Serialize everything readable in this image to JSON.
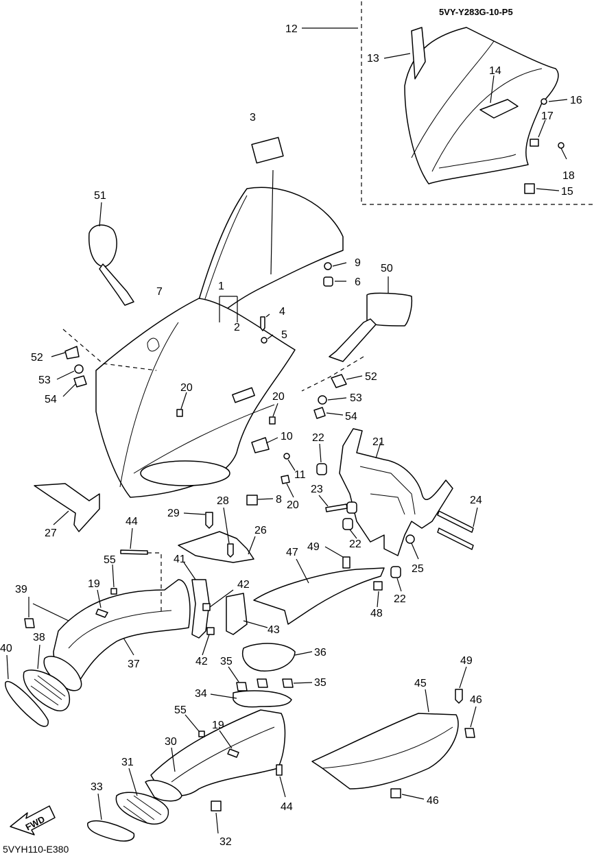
{
  "diagram": {
    "kit_code": "5VY-Y283G-10-P5",
    "figure_code": "5VYH110-E380",
    "fwd_label": "FWD",
    "callouts": [
      {
        "id": "c1",
        "text": "1"
      },
      {
        "id": "c2",
        "text": "2"
      },
      {
        "id": "c3",
        "text": "3"
      },
      {
        "id": "c4",
        "text": "4"
      },
      {
        "id": "c5",
        "text": "5"
      },
      {
        "id": "c6",
        "text": "6"
      },
      {
        "id": "c7",
        "text": "7"
      },
      {
        "id": "c8",
        "text": "8"
      },
      {
        "id": "c9",
        "text": "9"
      },
      {
        "id": "c10",
        "text": "10"
      },
      {
        "id": "c11",
        "text": "11"
      },
      {
        "id": "c12",
        "text": "12"
      },
      {
        "id": "c13",
        "text": "13"
      },
      {
        "id": "c14",
        "text": "14"
      },
      {
        "id": "c15",
        "text": "15"
      },
      {
        "id": "c16",
        "text": "16"
      },
      {
        "id": "c17",
        "text": "17"
      },
      {
        "id": "c18",
        "text": "18"
      },
      {
        "id": "c19a",
        "text": "19"
      },
      {
        "id": "c19b",
        "text": "19"
      },
      {
        "id": "c20a",
        "text": "20"
      },
      {
        "id": "c20b",
        "text": "20"
      },
      {
        "id": "c20c",
        "text": "20"
      },
      {
        "id": "c21",
        "text": "21"
      },
      {
        "id": "c22a",
        "text": "22"
      },
      {
        "id": "c22b",
        "text": "22"
      },
      {
        "id": "c22c",
        "text": "22"
      },
      {
        "id": "c23",
        "text": "23"
      },
      {
        "id": "c24",
        "text": "24"
      },
      {
        "id": "c25",
        "text": "25"
      },
      {
        "id": "c26",
        "text": "26"
      },
      {
        "id": "c27",
        "text": "27"
      },
      {
        "id": "c28",
        "text": "28"
      },
      {
        "id": "c29",
        "text": "29"
      },
      {
        "id": "c30",
        "text": "30"
      },
      {
        "id": "c31",
        "text": "31"
      },
      {
        "id": "c32",
        "text": "32"
      },
      {
        "id": "c33",
        "text": "33"
      },
      {
        "id": "c34",
        "text": "34"
      },
      {
        "id": "c35a",
        "text": "35"
      },
      {
        "id": "c35b",
        "text": "35"
      },
      {
        "id": "c36",
        "text": "36"
      },
      {
        "id": "c37",
        "text": "37"
      },
      {
        "id": "c38",
        "text": "38"
      },
      {
        "id": "c39",
        "text": "39"
      },
      {
        "id": "c40",
        "text": "40"
      },
      {
        "id": "c41",
        "text": "41"
      },
      {
        "id": "c42a",
        "text": "42"
      },
      {
        "id": "c42b",
        "text": "42"
      },
      {
        "id": "c43",
        "text": "43"
      },
      {
        "id": "c44a",
        "text": "44"
      },
      {
        "id": "c44b",
        "text": "44"
      },
      {
        "id": "c45",
        "text": "45"
      },
      {
        "id": "c46a",
        "text": "46"
      },
      {
        "id": "c46b",
        "text": "46"
      },
      {
        "id": "c47",
        "text": "47"
      },
      {
        "id": "c48",
        "text": "48"
      },
      {
        "id": "c49a",
        "text": "49"
      },
      {
        "id": "c49b",
        "text": "49"
      },
      {
        "id": "c50",
        "text": "50"
      },
      {
        "id": "c51",
        "text": "51"
      },
      {
        "id": "c52a",
        "text": "52"
      },
      {
        "id": "c52b",
        "text": "52"
      },
      {
        "id": "c53a",
        "text": "53"
      },
      {
        "id": "c53b",
        "text": "53"
      },
      {
        "id": "c54a",
        "text": "54"
      },
      {
        "id": "c54b",
        "text": "54"
      },
      {
        "id": "c55a",
        "text": "55"
      },
      {
        "id": "c55b",
        "text": "55"
      }
    ]
  }
}
